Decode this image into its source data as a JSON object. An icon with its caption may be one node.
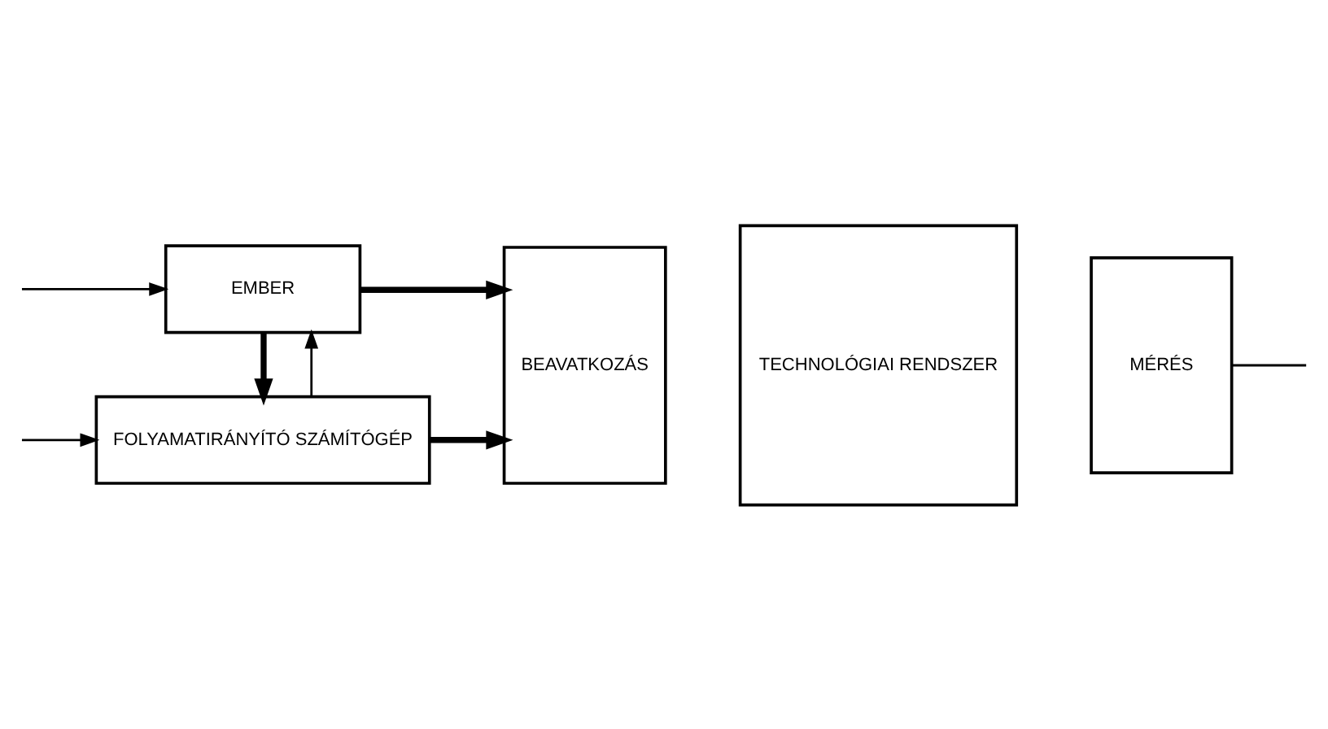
{
  "diagram": {
    "nodes": [
      {
        "text": [
          "EMBER"
        ]
      },
      {
        "text": [
          "FOLYAMATIRÁNYÍTÓ SZÁMÍTÓGÉP"
        ]
      },
      {
        "text": [
          "BEAVATKOZÁS"
        ]
      },
      {
        "text": [
          "TECHNOLÓGIAI RENDSZER"
        ]
      },
      {
        "text": [
          "MÉRÉS"
        ]
      }
    ],
    "edges": [
      {
        "from": null,
        "to": 0,
        "arrow": "to"
      },
      {
        "from": 1,
        "to": 0,
        "arrow": "to"
      },
      {
        "from": 0,
        "to": 1,
        "arrow": "to",
        "style": "thick"
      },
      {
        "from": 0,
        "to": 2,
        "arrow": "to",
        "style": "thick"
      },
      {
        "from": 1,
        "to": 2,
        "arrow": "to",
        "style": "thick"
      },
      {
        "from": 4,
        "to": null,
        "arrow": "none"
      },
      {
        "from": null,
        "to": 1,
        "arrow": "to"
      }
    ]
  }
}
